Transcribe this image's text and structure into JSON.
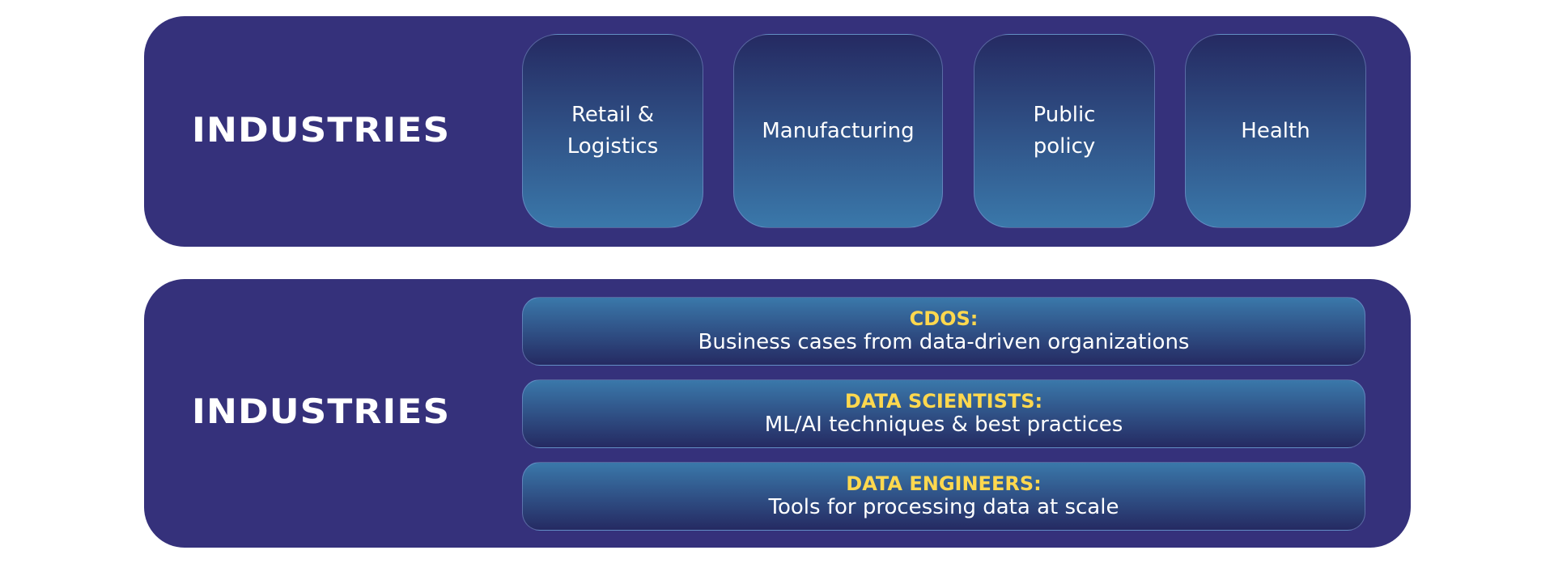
{
  "top_panel": {
    "title": "INDUSTRIES",
    "industries": [
      "Retail &\nLogistics",
      "Manufacturing",
      "Public\npolicy",
      "Health"
    ]
  },
  "bottom_panel": {
    "title": "INDUSTRIES",
    "roles": [
      {
        "heading": "CDOS:",
        "description": "Business cases from data-driven organizations"
      },
      {
        "heading": "DATA SCIENTISTS:",
        "description": "ML/AI techniques & best practices"
      },
      {
        "heading": "DATA ENGINEERS:",
        "description": "Tools for processing data at scale"
      }
    ]
  },
  "colors": {
    "panel_background": "#35317b",
    "card_gradient_dark": "#252a62",
    "card_gradient_light": "#3a78aa",
    "role_heading": "#ffd84e",
    "text": "#ffffff"
  }
}
